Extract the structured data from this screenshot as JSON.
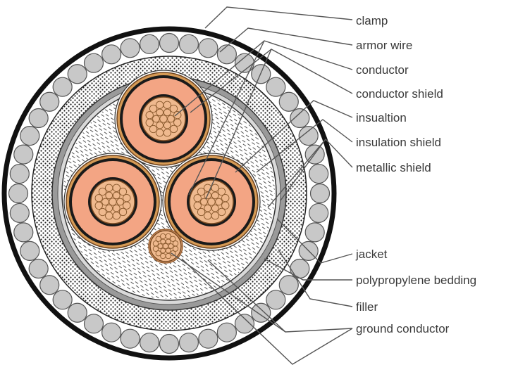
{
  "labels": {
    "clamp": "clamp",
    "armor_wire": "armor wire",
    "conductor": "conductor",
    "conductor_shield": "conductor shield",
    "insulation": "insualtion",
    "insulation_shield": "insulation shield",
    "metallic_shield": "metallic shield",
    "jacket": "jacket",
    "bedding": "polypropylene bedding",
    "filler": "filler",
    "ground_conductor": "ground conductor"
  },
  "colors": {
    "insulation": "#f3a584",
    "conductor": "#efb98e",
    "metallic_shield": "#d69a55",
    "jacket": "#9a9a9a",
    "armor_wire": "#c8c8c8",
    "ground_conductor": "#efb98e",
    "leader_line": "#555555",
    "text": "#3a3a3a"
  }
}
